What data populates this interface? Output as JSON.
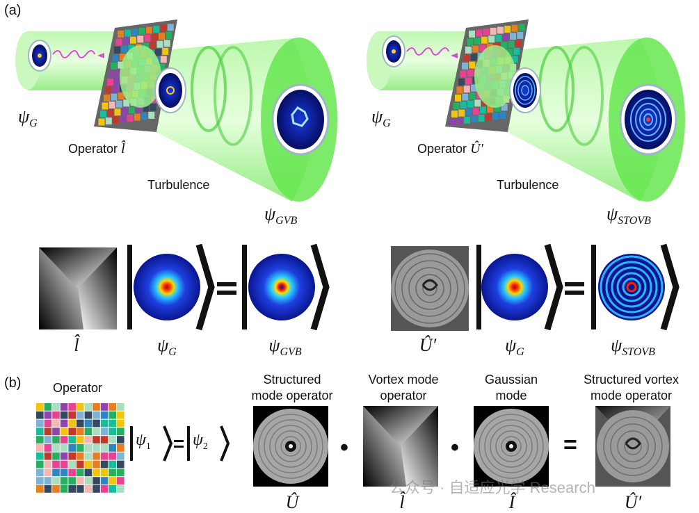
{
  "panel_a": {
    "label": "(a)",
    "left": {
      "input": "ψ",
      "input_sub": "G",
      "operator_label": "Operator",
      "operator_symbol": "l̂",
      "turbulence": "Turbulence",
      "output": "ψ",
      "output_sub": "GVB"
    },
    "right": {
      "input": "ψ",
      "input_sub": "G",
      "operator_label": "Operator",
      "operator_symbol": "Û′",
      "turbulence": "Turbulence",
      "output": "ψ",
      "output_sub": "STOVB"
    },
    "equation_left": {
      "op": "l̂",
      "ket": "ψ",
      "ket_sub": "G",
      "result": "ψ",
      "result_sub": "GVB"
    },
    "equation_right": {
      "op": "Û′",
      "ket": "ψ",
      "ket_sub": "G",
      "result": "ψ",
      "result_sub": "STOVB"
    }
  },
  "panel_b": {
    "label": "(b)",
    "operator_title": "Operator",
    "ket1": "ψ",
    "ket1_sub": "1",
    "ket2": "ψ",
    "ket2_sub": "2",
    "columns": [
      {
        "title_line1": "Structured",
        "title_line2": "mode operator",
        "symbol": "Û"
      },
      {
        "title_line1": "Vortex mode",
        "title_line2": "operator",
        "symbol": "l̂"
      },
      {
        "title_line1": "Gaussian",
        "title_line2": "mode",
        "symbol": "Î"
      },
      {
        "title_line1": "Structured vortex",
        "title_line2": "mode operator",
        "symbol": "Û′"
      }
    ],
    "dot": "•",
    "equals": "="
  },
  "watermark": "公众号 · 自适应光学 Research",
  "colors": {
    "beam_green": "#6ee05a",
    "mode_blue": "#0a1a9a",
    "mode_red": "#d81818",
    "grid": [
      "#c0392b",
      "#2e86c1",
      "#27ae60",
      "#f1c40f",
      "#8e44ad",
      "#e67e22",
      "#1abc9c",
      "#e84393",
      "#34495e",
      "#f5b7b1",
      "#7fb3d5",
      "#a9dfbf"
    ]
  }
}
